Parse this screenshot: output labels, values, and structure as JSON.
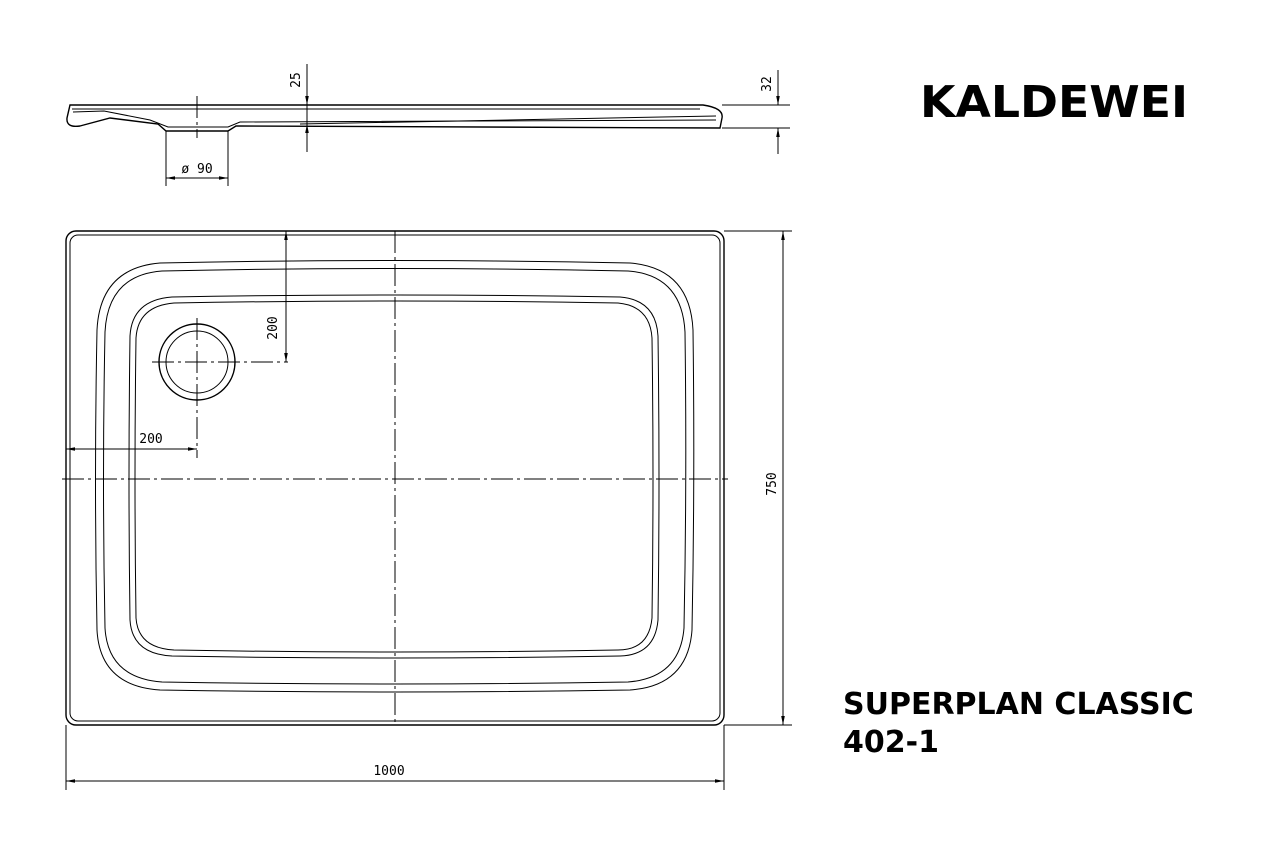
{
  "brand": {
    "name": "KALDEWEI"
  },
  "product": {
    "name": "SUPERPLAN CLASSIC",
    "code": "402-1"
  },
  "dimensions": {
    "width": "1000",
    "depth": "750",
    "drain_offset_x": "200",
    "drain_offset_y": "200",
    "drain_diameter": "ø 90",
    "drain_depth": "25",
    "height": "32"
  }
}
